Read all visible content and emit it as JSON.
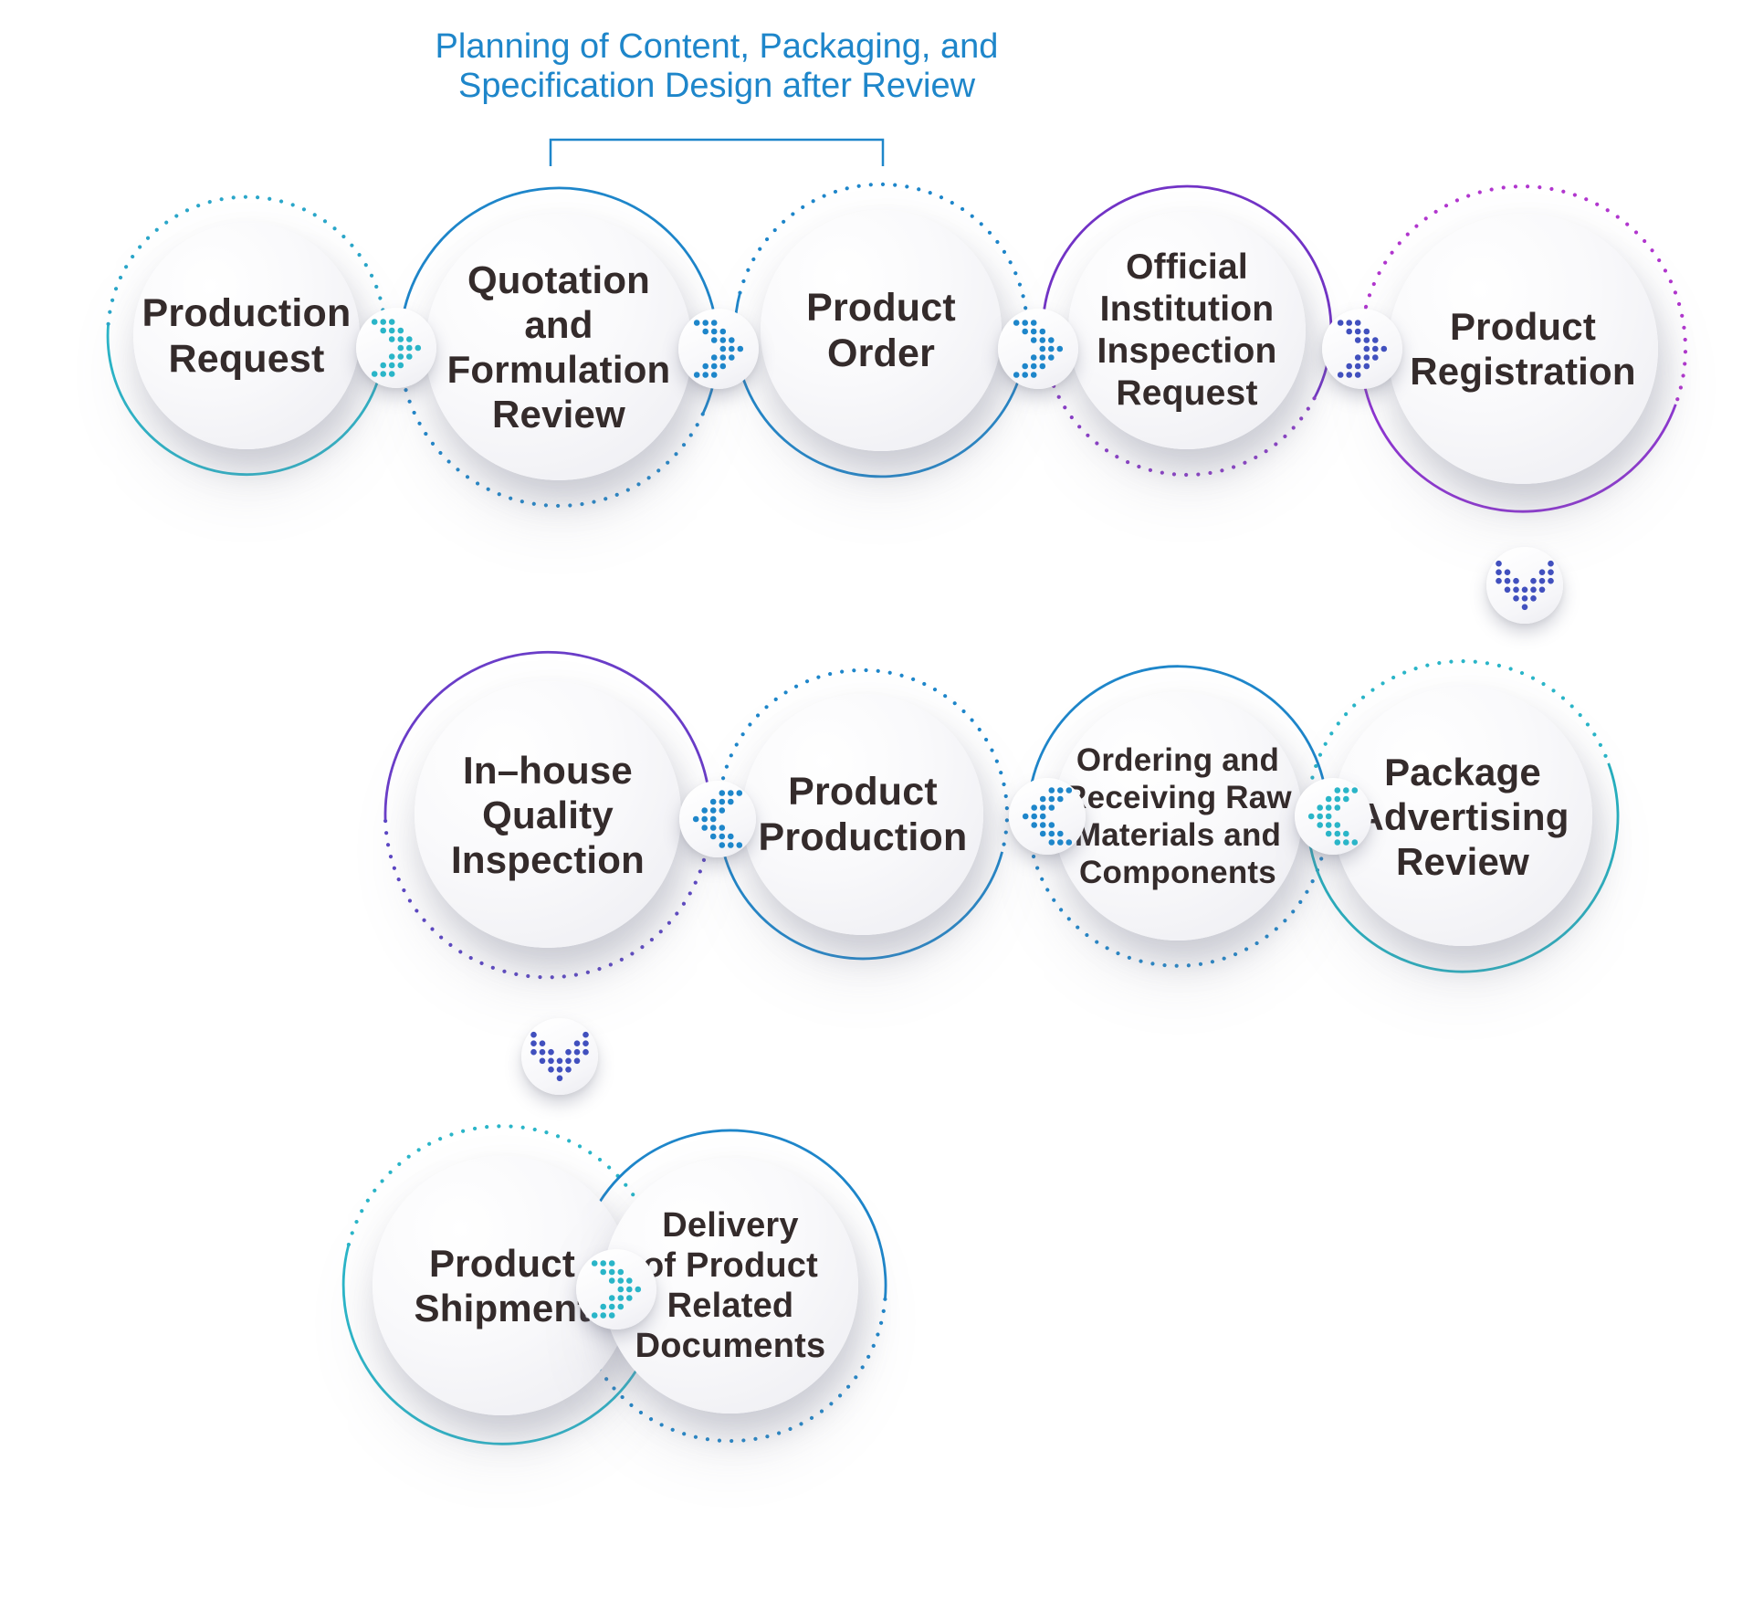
{
  "annotation": {
    "line1": "Planning of Content, Packaging, and",
    "line2": "Specification Design after Review"
  },
  "steps": [
    {
      "id": "production-request",
      "label": "Production\nRequest",
      "ring_color": "#2ab5c8",
      "dot_color": "#2aa6c9"
    },
    {
      "id": "quotation-formulation-review",
      "label": "Quotation\nand\nFormulation\nReview",
      "ring_color": "#1e86ca",
      "dot_color": "#1e86ca"
    },
    {
      "id": "product-order",
      "label": "Product\nOrder",
      "ring_color": "#1e86ca",
      "dot_color": "#1e86ca"
    },
    {
      "id": "official-institution-inspection-request",
      "label": "Official\nInstitution\nInspection\nRequest",
      "ring_color": "#7233c6",
      "dot_color": "#8a3ac9"
    },
    {
      "id": "product-registration",
      "label": "Product\nRegistration",
      "ring_color": "#8e32d3",
      "dot_color": "#b136ce"
    },
    {
      "id": "in-house-quality-inspection",
      "label": "In–house\nQuality\nInspection",
      "ring_color": "#6a3dc8",
      "dot_color": "#5b45c4"
    },
    {
      "id": "product-production",
      "label": "Product\nProduction",
      "ring_color": "#1e86ca",
      "dot_color": "#1e86ca"
    },
    {
      "id": "ordering-receiving-raw-materials",
      "label": "Ordering and\nReceiving Raw\nMaterials and\nComponents",
      "ring_color": "#1e86ca",
      "dot_color": "#1e86ca"
    },
    {
      "id": "package-advertising-review",
      "label": "Package\nAdvertising\nReview",
      "ring_color": "#25b0bf",
      "dot_color": "#2ab5c8"
    },
    {
      "id": "product-shipment",
      "label": "Product\nShipment",
      "ring_color": "#2ab5c8",
      "dot_color": "#2ab5c8"
    },
    {
      "id": "delivery-of-product-related-documents",
      "label": "Delivery\nof Product\nRelated\nDocuments",
      "ring_color": "#1e86ca",
      "dot_color": "#1e86ca"
    }
  ],
  "arrows": [
    {
      "id": "arrow-production-request-to-quotation",
      "direction": "right",
      "color": "#2ab5c8"
    },
    {
      "id": "arrow-quotation-to-product-order",
      "direction": "right",
      "color": "#1e86ca"
    },
    {
      "id": "arrow-product-order-to-inspection",
      "direction": "right",
      "color": "#1e86ca"
    },
    {
      "id": "arrow-inspection-to-registration",
      "direction": "right",
      "color": "#4150be"
    },
    {
      "id": "arrow-registration-down-to-package",
      "direction": "down",
      "color": "#4150be"
    },
    {
      "id": "arrow-package-to-ordering",
      "direction": "left",
      "color": "#2ab5c8"
    },
    {
      "id": "arrow-ordering-to-production",
      "direction": "left",
      "color": "#1e86ca"
    },
    {
      "id": "arrow-production-to-inhouse",
      "direction": "left",
      "color": "#1e86ca"
    },
    {
      "id": "arrow-inhouse-down-to-shipment",
      "direction": "down",
      "color": "#4150be"
    },
    {
      "id": "arrow-shipment-to-delivery",
      "direction": "right",
      "color": "#2ab5c8"
    }
  ],
  "colors": {
    "annotation": "#1e86ca",
    "bracket": "#1e86ca",
    "label_text": "#342b2b",
    "background": "#ffffff"
  }
}
